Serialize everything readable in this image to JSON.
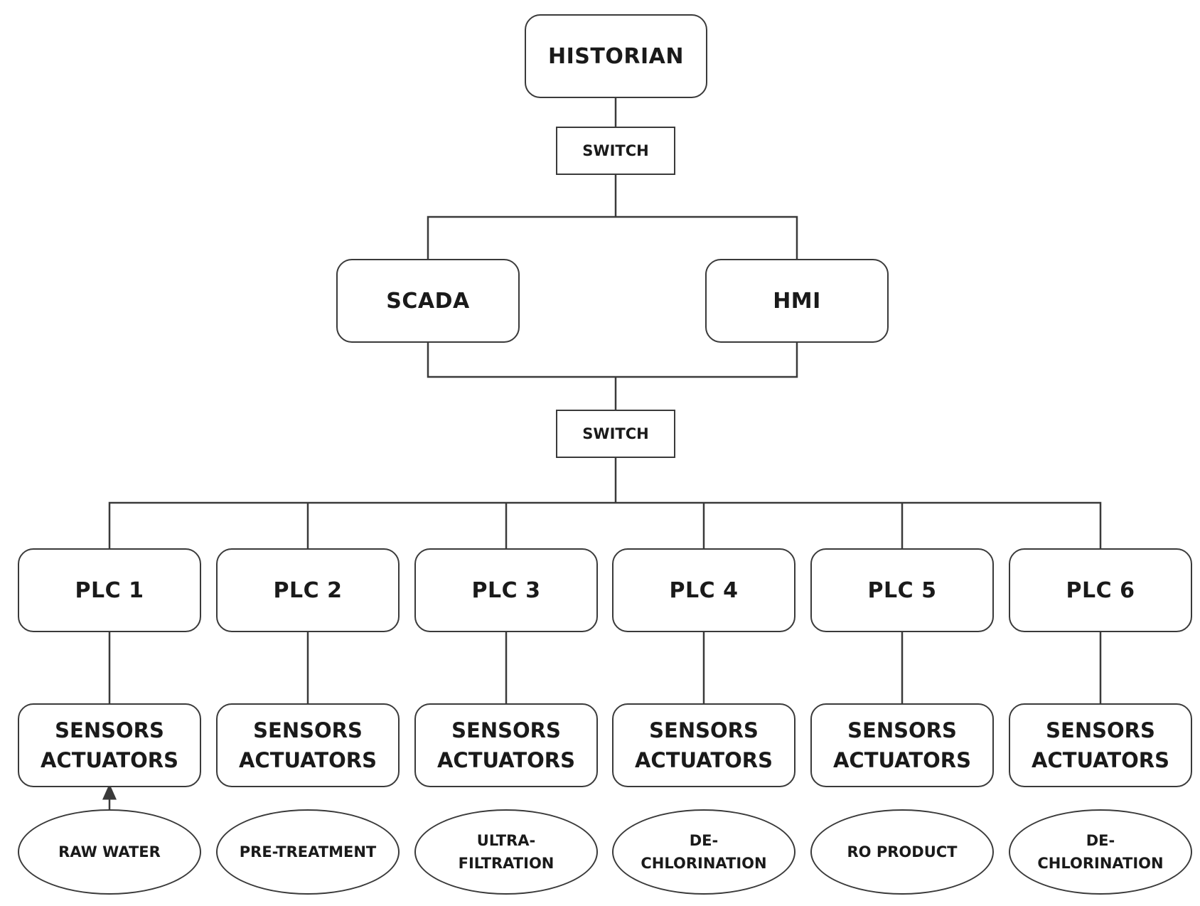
{
  "historian": "HISTORIAN",
  "switch_top": "SWITCH",
  "scada": "SCADA",
  "hmi": "HMI",
  "switch_bottom": "SWITCH",
  "plcs": [
    "PLC 1",
    "PLC 2",
    "PLC 3",
    "PLC 4",
    "PLC 5",
    "PLC 6"
  ],
  "io_boxes": [
    {
      "line1": "SENSORS",
      "line2": "ACTUATORS"
    },
    {
      "line1": "SENSORS",
      "line2": "ACTUATORS"
    },
    {
      "line1": "SENSORS",
      "line2": "ACTUATORS"
    },
    {
      "line1": "SENSORS",
      "line2": "ACTUATORS"
    },
    {
      "line1": "SENSORS",
      "line2": "ACTUATORS"
    },
    {
      "line1": "SENSORS",
      "line2": "ACTUATORS"
    }
  ],
  "stages": [
    {
      "line1": "RAW WATER",
      "line2": ""
    },
    {
      "line1": "PRE-TREATMENT",
      "line2": ""
    },
    {
      "line1": "ULTRA-",
      "line2": "FILTRATION"
    },
    {
      "line1": "DE-",
      "line2": "CHLORINATION"
    },
    {
      "line1": "RO PRODUCT",
      "line2": ""
    },
    {
      "line1": "DE-",
      "line2": "CHLORINATION"
    }
  ]
}
